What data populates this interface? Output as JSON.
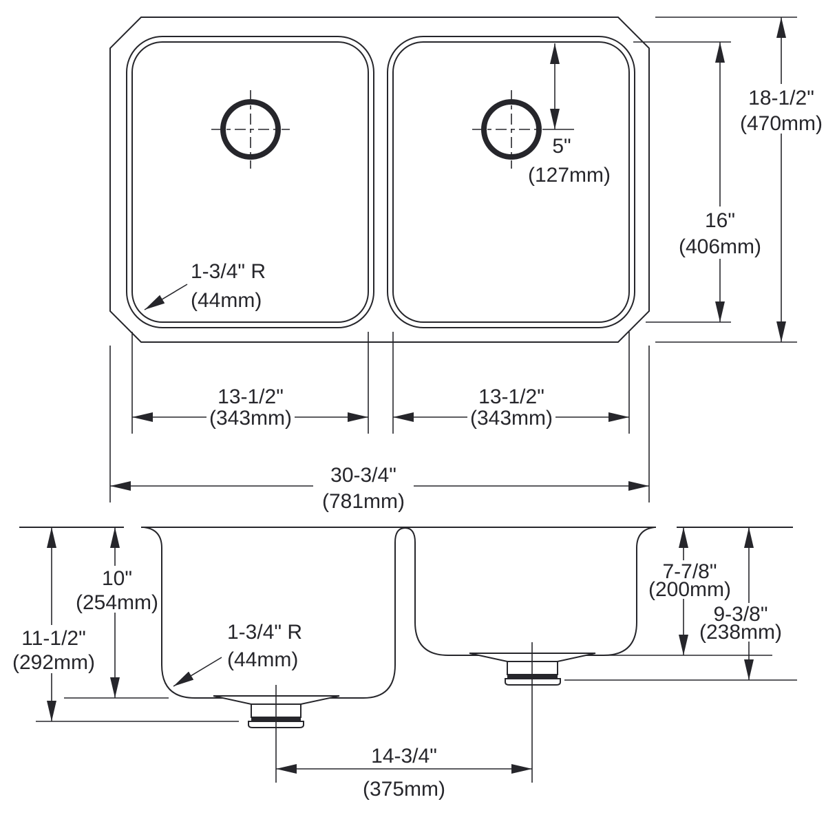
{
  "plan_view": {
    "corner_radius": {
      "imperial": "1-3/4\" R",
      "metric": "(44mm)"
    },
    "drain_offset": {
      "imperial": "5\"",
      "metric": "(127mm)"
    },
    "overall_front_to_back": {
      "imperial": "18-1/2\"",
      "metric": "(470mm)"
    },
    "bowl_front_to_back": {
      "imperial": "16\"",
      "metric": "(406mm)"
    },
    "left_bowl_width": {
      "imperial": "13-1/2\"",
      "metric": "(343mm)"
    },
    "right_bowl_width": {
      "imperial": "13-1/2\"",
      "metric": "(343mm)"
    },
    "overall_width": {
      "imperial": "30-3/4\"",
      "metric": "(781mm)"
    }
  },
  "section_view": {
    "left_bowl_depth": {
      "imperial": "10\"",
      "metric": "(254mm)"
    },
    "left_overall_depth": {
      "imperial": "11-1/2\"",
      "metric": "(292mm)"
    },
    "bottom_corner_radius": {
      "imperial": "1-3/4\" R",
      "metric": "(44mm)"
    },
    "right_bowl_depth": {
      "imperial": "7-7/8\"",
      "metric": "(200mm)"
    },
    "right_overall_depth": {
      "imperial": "9-3/8\"",
      "metric": "(238mm)"
    },
    "drain_spacing": {
      "imperial": "14-3/4\"",
      "metric": "(375mm)"
    }
  }
}
